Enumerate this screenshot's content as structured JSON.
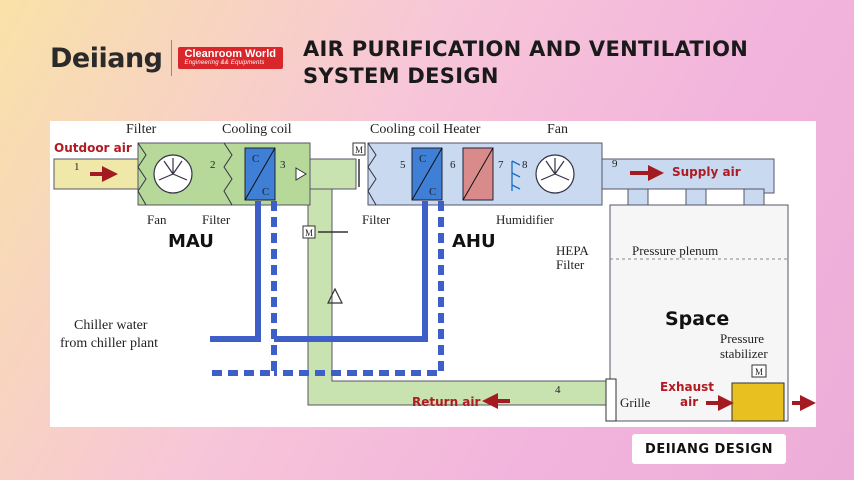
{
  "brand": {
    "logo_text": "Deiiang",
    "badge_line1": "Cleanroom World",
    "badge_line2": "Engineering && Equipments"
  },
  "title": {
    "line1": "AIR PURIFICATION AND VENTILATION",
    "line2": "SYSTEM DESIGN"
  },
  "diagram": {
    "labels": {
      "outdoor_air": "Outdoor air",
      "filter_top": "Filter",
      "cooling_coil_mau": "Cooling coil",
      "cooling_coil_heater": "Cooling coil Heater",
      "fan_top": "Fan",
      "fan_mau": "Fan",
      "filter_mau": "Filter",
      "mau": "MAU",
      "filter_ahu": "Filter",
      "humidifier": "Humidifier",
      "ahu": "AHU",
      "supply_air": "Supply air",
      "hepa_line1": "HEPA",
      "hepa_line2": "Filter",
      "pressure_plenum": "Pressure plenum",
      "space": "Space",
      "pressure_stabilizer_line1": "Pressure",
      "pressure_stabilizer_line2": "stabilizer",
      "chiller_line1": "Chiller water",
      "chiller_line2": "from chiller plant",
      "return_air": "Return air",
      "grille": "Grille",
      "exhaust_line1": "Exhaust",
      "exhaust_line2": "air",
      "coil_letter": "C",
      "motor_letter": "M",
      "point_1": "1",
      "point_2": "2",
      "point_3": "3",
      "point_4": "4",
      "point_5": "5",
      "point_6": "6",
      "point_7": "7",
      "point_8": "8",
      "point_9": "9"
    },
    "colors": {
      "mau_green": "#b6d99a",
      "duct_green": "#c9e3b0",
      "ahu_blue": "#c8d9f0",
      "water_blue": "#3e5fc7",
      "coil_blue": "#3f7fd6",
      "heater_red": "#d98a8a",
      "arrow_red": "#a31a20",
      "stabilizer_yellow": "#e8c020"
    }
  },
  "watermark": "DEIIANG DESIGN"
}
